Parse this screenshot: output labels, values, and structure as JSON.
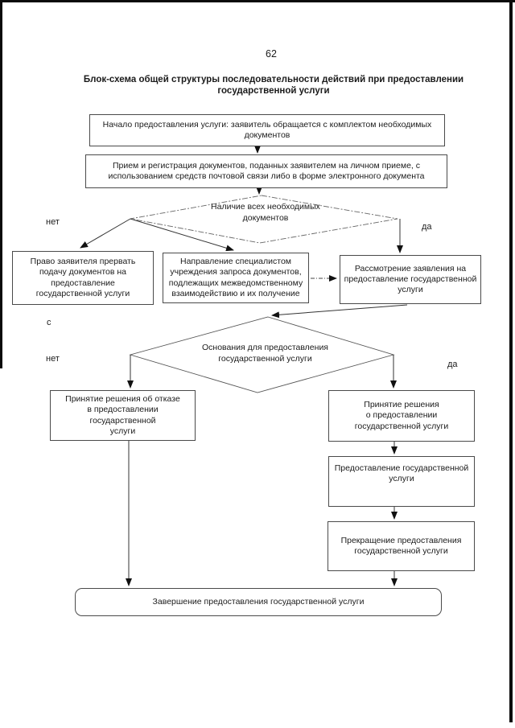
{
  "page": {
    "number": "62",
    "title": "Блок-схема общей структуры последовательности действий при предоставлении\nгосударственной услуги"
  },
  "nodes": {
    "start": "Начало предоставления услуги: заявитель обращается с комплектом необходимых\nдокументов",
    "reception": "Прием и регистрация документов, поданных заявителем на личном приеме, с\nиспользованием средств почтовой связи либо в форме электронного документа",
    "has_docs_decision": "Наличие всех необходимых\nдокументов",
    "interrupt_right": "Право заявителя прервать\nподачу документов на\nпредоставление\nгосударственной услуги",
    "interagency_request": "Направление специалистом\nучреждения запроса документов,\nподлежащих межведомственному\nвзаимодействию и их получение",
    "review": "Рассмотрение заявления на\nпредоставление государственной\nуслуги",
    "grounds_decision": "Основания для предоставления\nгосударственной услуги",
    "refusal_decision": "Принятие решения об отказе\nв предоставлении\nгосударственной\nуслуги",
    "approval_decision": "Принятие решения\nо предоставлении\nгосударственной услуги",
    "provision": "Предоставление государственной\nуслуги",
    "termination": "Прекращение предоставления\nгосударственной услуги",
    "completion": "Завершение предоставления государственной услуги"
  },
  "labels": {
    "no_docs": "нет",
    "yes_docs": "да",
    "letter_c": "с",
    "no_grounds": "нет",
    "yes_grounds": "да"
  },
  "colors": {
    "text": "#1b1b1b",
    "line": "#333333",
    "dashed_line": "#666666",
    "scan_border": "#0b0b0b"
  }
}
